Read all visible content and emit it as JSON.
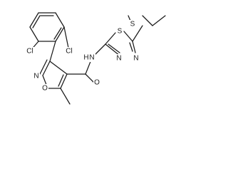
{
  "molecule": {
    "atoms": {
      "cl_left": "Cl",
      "cl_right": "Cl",
      "n_amide": "N",
      "h_amide": "H",
      "o_carbonyl": "O",
      "o_isoxazole": "O",
      "n_isoxazole": "N",
      "s_ring": "S",
      "s_thioether": "S",
      "n_thiadiazole_a": "N",
      "n_thiadiazole_b": "N"
    },
    "colors": {
      "bond": "#1a1a1a",
      "label": "#1a1a1a",
      "background": "#ffffff"
    }
  }
}
